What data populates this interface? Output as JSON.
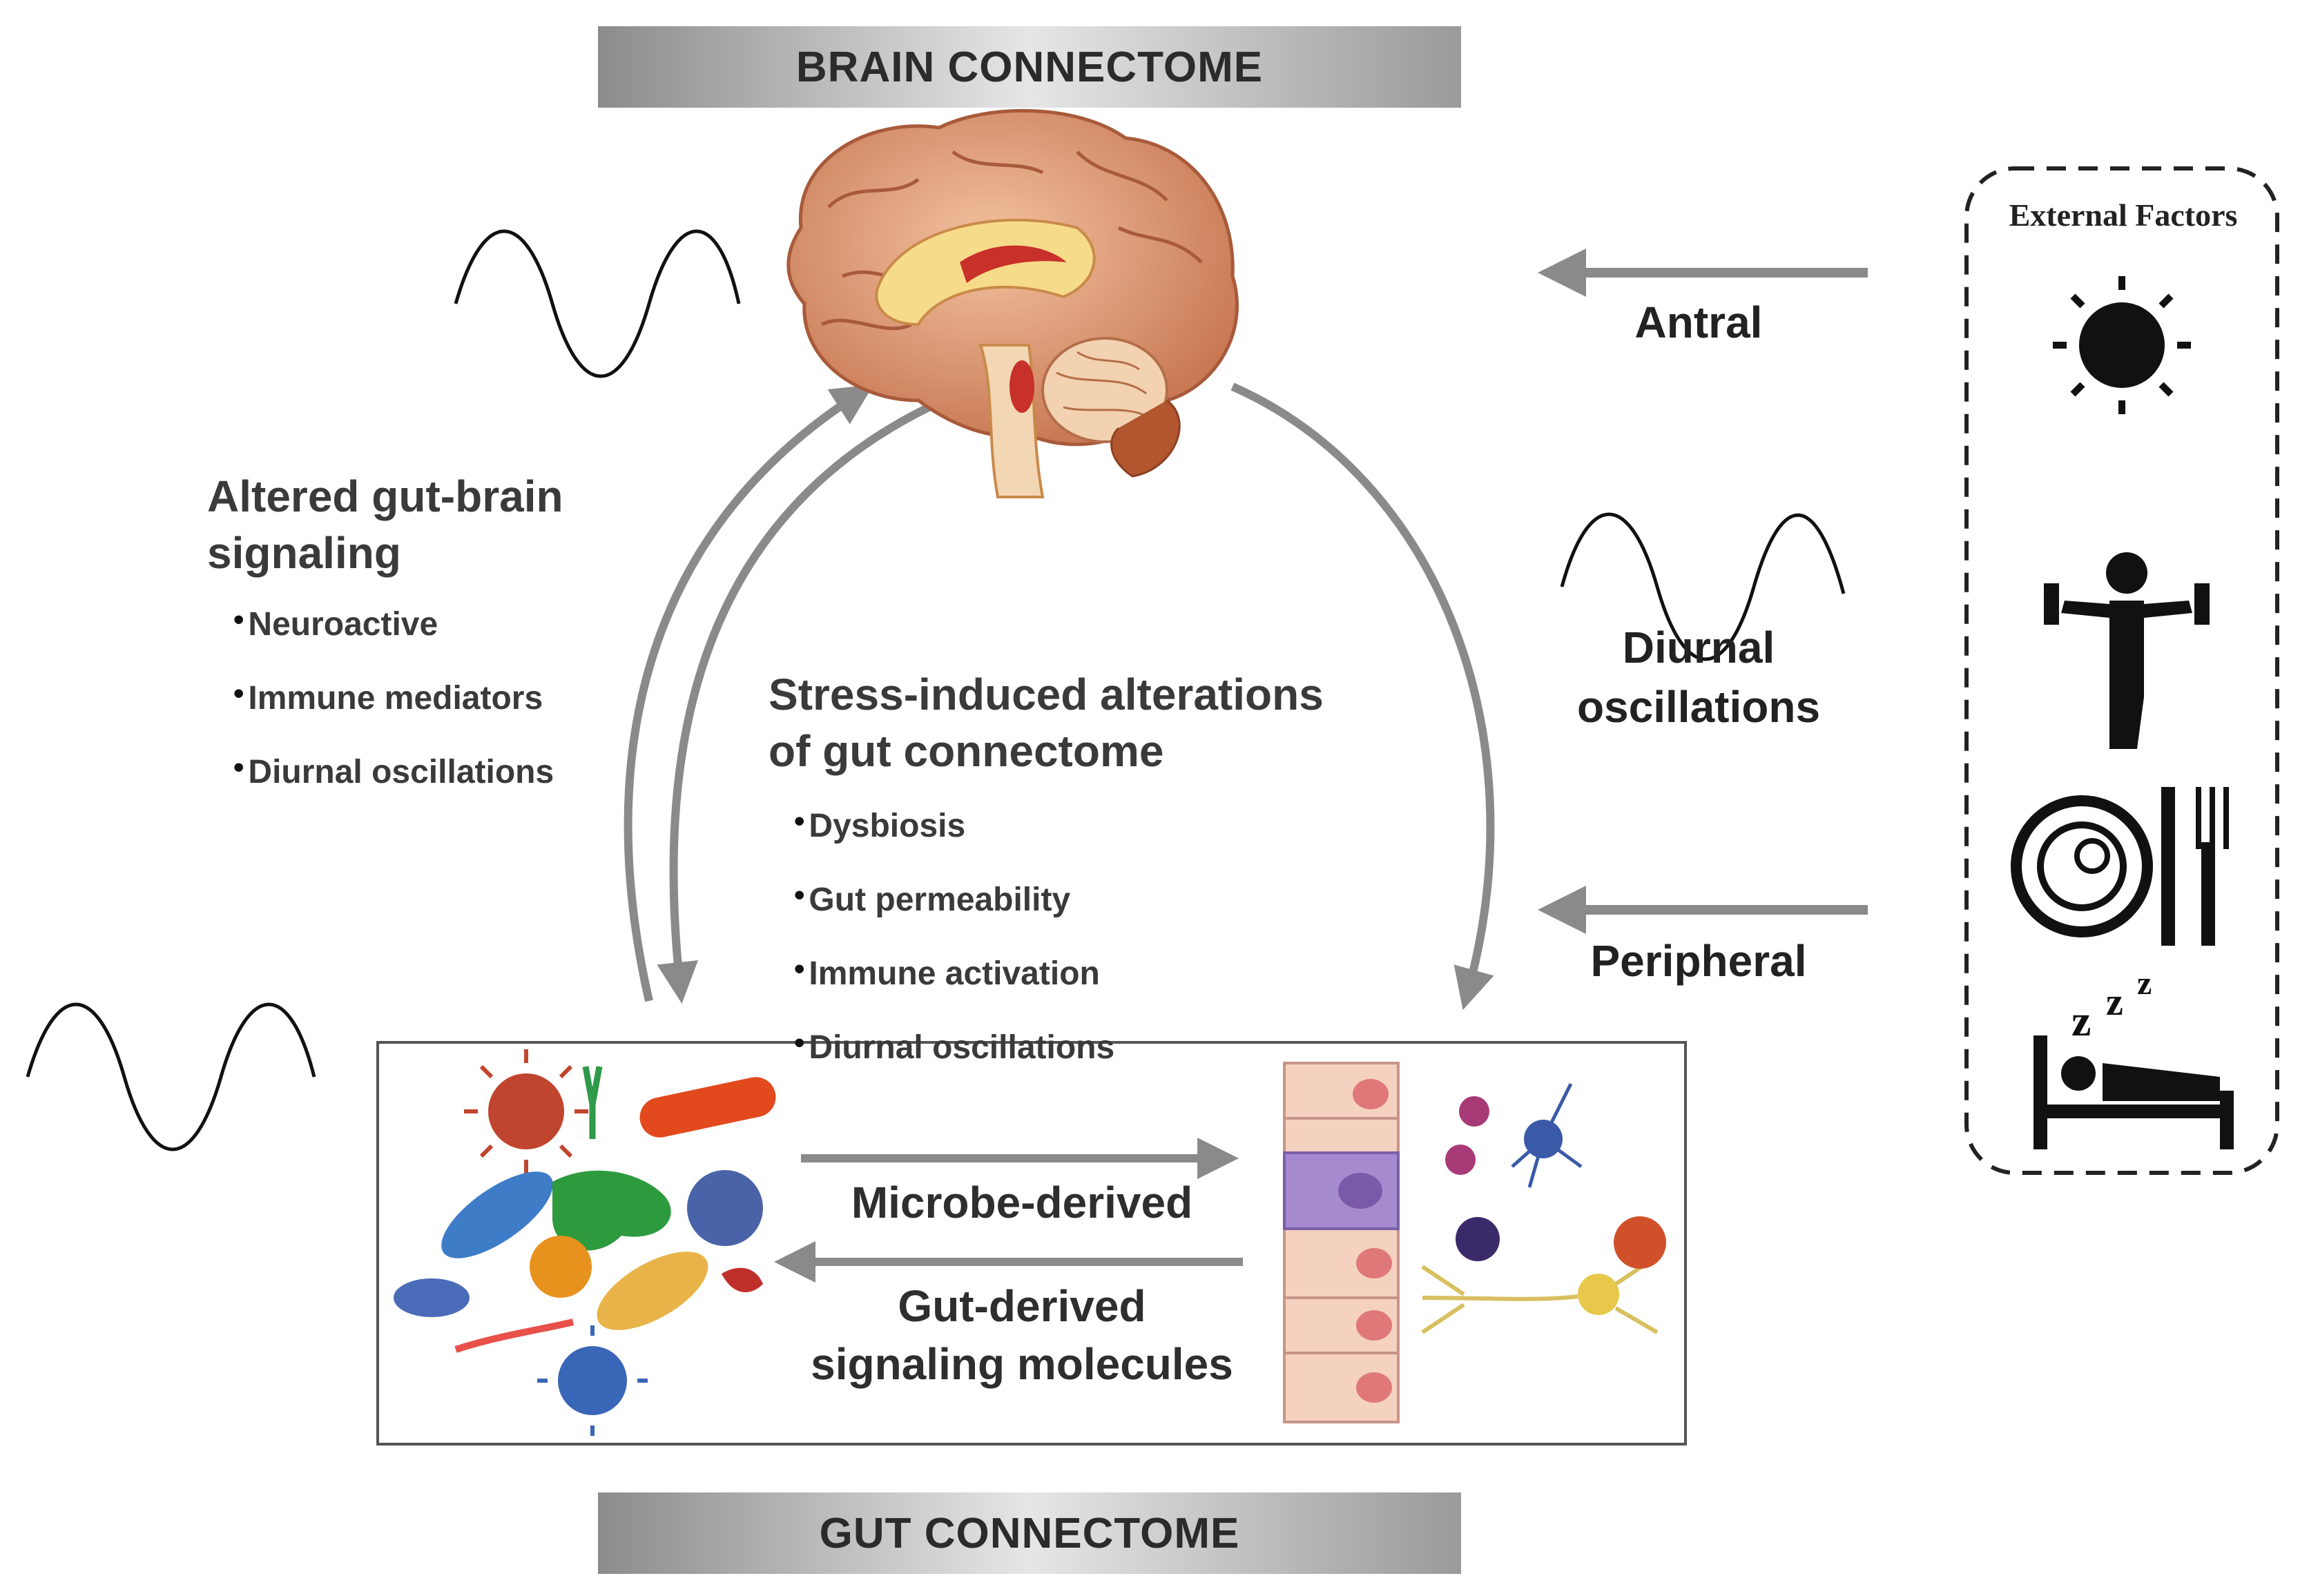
{
  "banners": {
    "top": "BRAIN CONNECTOME",
    "bottom": "GUT CONNECTOME"
  },
  "left_panel": {
    "heading_line1": "Altered gut-brain",
    "heading_line2": "signaling",
    "bullets": [
      "Neuroactive",
      "Immune mediators",
      "Diurnal oscillations"
    ]
  },
  "center_panel": {
    "heading_line1": "Stress-induced alterations",
    "heading_line2": "of gut connectome",
    "bullets": [
      "Dysbiosis",
      "Gut permeability",
      "Immune activation",
      "Diurnal oscillations"
    ]
  },
  "right_labels": {
    "antral": "Antral",
    "diurnal_line1": "Diurnal",
    "diurnal_line2": "oscillations",
    "peripheral": "Peripheral"
  },
  "gut_box": {
    "microbe_label": "Microbe-derived",
    "gut_label_line1": "Gut-derived",
    "gut_label_line2": "signaling molecules"
  },
  "external_factors": {
    "title": "External Factors",
    "icons": [
      "sun-icon",
      "exercise-icon",
      "food-icon",
      "sleep-icon"
    ]
  },
  "colors": {
    "arrow": "#8a8a8a",
    "text": "#2a2a2a",
    "brain": "#e8a07a"
  }
}
